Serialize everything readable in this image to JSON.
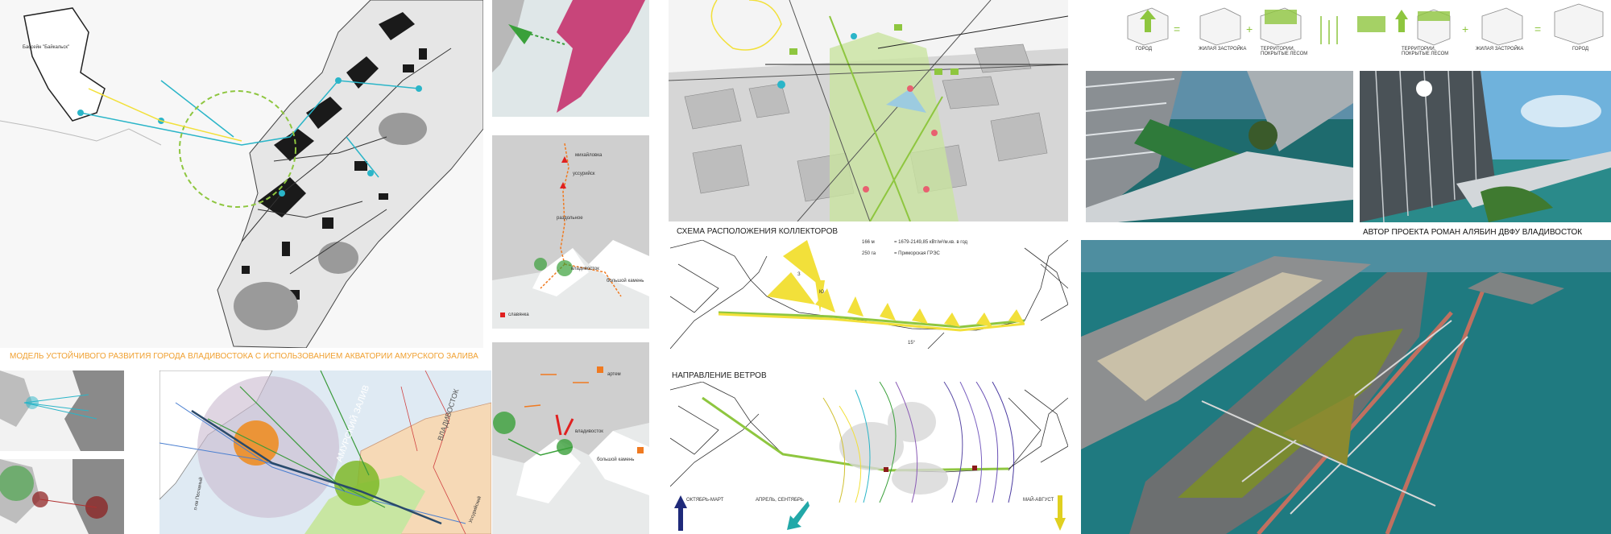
{
  "main_title": "МОДЕЛЬ УСТОЙЧИВОГО РАЗВИТИЯ ГОРОДА ВЛАДИВОСТОКА С ИСПОЛЬЗОВАНИЕМ АКВАТОРИИ АМУРСКОГО ЗАЛИВА",
  "map_label": "Бассейн \"Байкальск\"",
  "regional_map": {
    "gulf": "АМУРСКИЙ ЗАЛИВ",
    "city": "ВЛАДИВОСТОК",
    "left_label": "п-ов Песчаный",
    "bottom_right_label": "Уссурийский"
  },
  "route_map": {
    "cities": [
      "михайловка",
      "уссурийск",
      "раздольное",
      "владивосток",
      "большой камень"
    ],
    "legend": "славянка"
  },
  "wind_map": {
    "cities": [
      "артем",
      "владивосток",
      "большой камень"
    ]
  },
  "concept": {
    "labels": [
      "ГОРОД",
      "ЖИЛАЯ ЗАСТРОЙКА",
      "ТЕРРИТОРИИ, ПОКРЫТЫЕ ЛЕСОМ",
      "ТЕРРИТОРИИ, ПОКРЫТЫЕ ЛЕСОМ",
      "ЖИЛАЯ ЗАСТРОЙКА",
      "ГОРОД"
    ],
    "operators": [
      "=",
      "+",
      "+",
      "="
    ]
  },
  "collectors": {
    "title": "СХЕМА РАСПОЛОЖЕНИЯ КОЛЛЕКТОРОВ",
    "legend_row1_prefix": "166 м",
    "legend_row1_text": "= 1679-2149,85 кВт/м²/м.кв. в год",
    "legend_row2_prefix": "250 га",
    "legend_row2_text": "= Приморская ГРЭС",
    "angle": "15°",
    "north": "З",
    "south": "Ю"
  },
  "winds": {
    "title": "НАПРАВЛЕНИЕ ВЕТРОВ",
    "legend": [
      "ОКТЯБРЬ-МАРТ",
      "АПРЕЛЬ, СЕНТЯБРЬ",
      "МАЙ-АВГУСТ"
    ]
  },
  "author": "АВТОР ПРОЕКТА РОМАН АЛЯБИН ДВФУ ВЛАДИВОСТОК",
  "colors": {
    "accent": "#f0a030",
    "green": "#8ec63f",
    "cyan": "#2ab5c8",
    "sea": "#1f7a80"
  }
}
